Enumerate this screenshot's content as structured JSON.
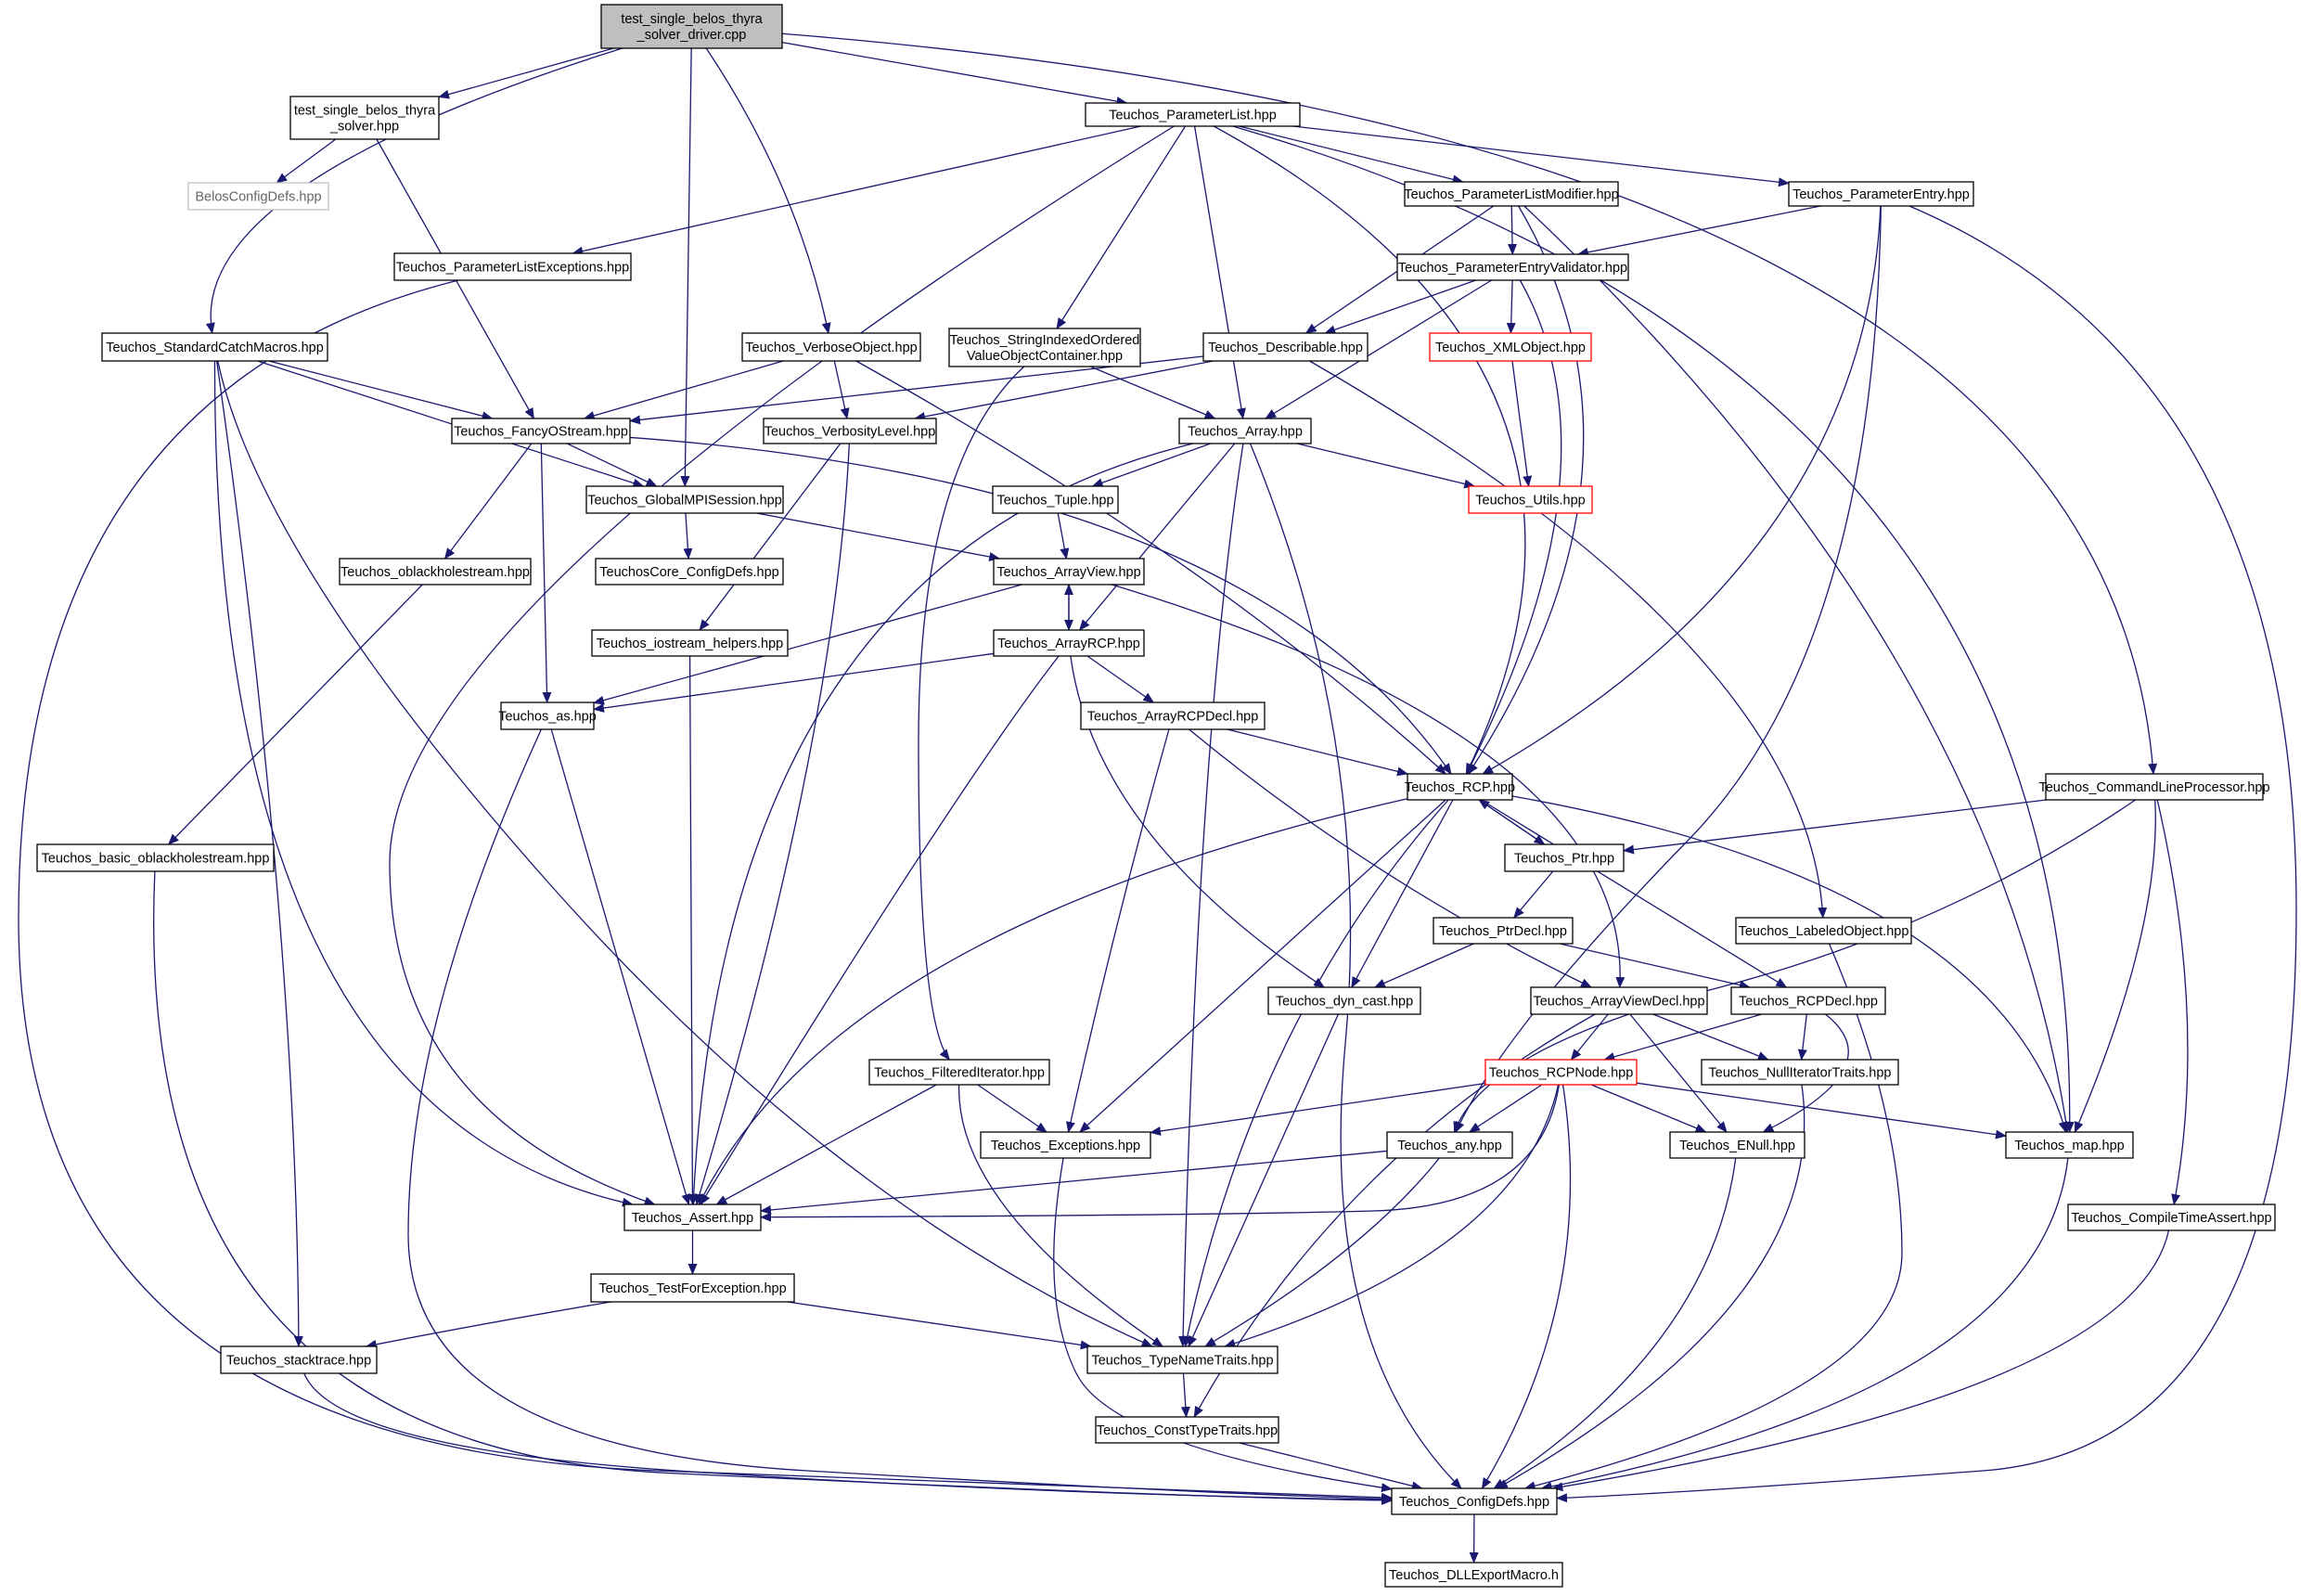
{
  "colors": {
    "edge": "#191970",
    "root_fill": "#bfbfbf",
    "node_border": "#000000",
    "external_border": "#bfbfbf",
    "external_text": "#666666",
    "incomplete_border": "#ff0000",
    "text": "#000000"
  },
  "nodes": {
    "root": {
      "lines": [
        "test_single_belos_thyra",
        "_solver_driver.cpp"
      ],
      "style": "root"
    },
    "tsbts": {
      "lines": [
        "test_single_belos_thyra",
        "_solver.hpp"
      ]
    },
    "belos": {
      "lines": [
        "BelosConfigDefs.hpp"
      ],
      "style": "external"
    },
    "plist": {
      "lines": [
        "Teuchos_ParameterList.hpp"
      ]
    },
    "plexc": {
      "lines": [
        "Teuchos_ParameterListExceptions.hpp"
      ]
    },
    "plmod": {
      "lines": [
        "Teuchos_ParameterListModifier.hpp"
      ]
    },
    "pentry": {
      "lines": [
        "Teuchos_ParameterEntry.hpp"
      ]
    },
    "pev": {
      "lines": [
        "Teuchos_ParameterEntryValidator.hpp"
      ]
    },
    "stdcatch": {
      "lines": [
        "Teuchos_StandardCatchMacros.hpp"
      ]
    },
    "verbose": {
      "lines": [
        "Teuchos_VerboseObject.hpp"
      ]
    },
    "strindexed": {
      "lines": [
        "Teuchos_StringIndexedOrdered",
        "ValueObjectContainer.hpp"
      ]
    },
    "describable": {
      "lines": [
        "Teuchos_Describable.hpp"
      ]
    },
    "xmlobj": {
      "lines": [
        "Teuchos_XMLObject.hpp"
      ],
      "style": "incomplete"
    },
    "fancy": {
      "lines": [
        "Teuchos_FancyOStream.hpp"
      ]
    },
    "verblevel": {
      "lines": [
        "Teuchos_VerbosityLevel.hpp"
      ]
    },
    "array": {
      "lines": [
        "Teuchos_Array.hpp"
      ]
    },
    "gmpi": {
      "lines": [
        "Teuchos_GlobalMPISession.hpp"
      ]
    },
    "tuple": {
      "lines": [
        "Teuchos_Tuple.hpp"
      ]
    },
    "utils": {
      "lines": [
        "Teuchos_Utils.hpp"
      ],
      "style": "incomplete"
    },
    "oblack": {
      "lines": [
        "Teuchos_oblackholestream.hpp"
      ]
    },
    "coreconf": {
      "lines": [
        "TeuchosCore_ConfigDefs.hpp"
      ]
    },
    "arrayview": {
      "lines": [
        "Teuchos_ArrayView.hpp"
      ]
    },
    "iohelp": {
      "lines": [
        "Teuchos_iostream_helpers.hpp"
      ]
    },
    "arrayrcp": {
      "lines": [
        "Teuchos_ArrayRCP.hpp"
      ]
    },
    "as": {
      "lines": [
        "Teuchos_as.hpp"
      ]
    },
    "arcpdecl": {
      "lines": [
        "Teuchos_ArrayRCPDecl.hpp"
      ]
    },
    "rcp": {
      "lines": [
        "Teuchos_RCP.hpp"
      ]
    },
    "clp": {
      "lines": [
        "Teuchos_CommandLineProcessor.hpp"
      ]
    },
    "basicob": {
      "lines": [
        "Teuchos_basic_oblackholestream.hpp"
      ]
    },
    "ptr": {
      "lines": [
        "Teuchos_Ptr.hpp"
      ]
    },
    "ptrdecl": {
      "lines": [
        "Teuchos_PtrDecl.hpp"
      ]
    },
    "labeled": {
      "lines": [
        "Teuchos_LabeledObject.hpp"
      ]
    },
    "dyncast": {
      "lines": [
        "Teuchos_dyn_cast.hpp"
      ]
    },
    "avdecl": {
      "lines": [
        "Teuchos_ArrayViewDecl.hpp"
      ]
    },
    "rcpdecl": {
      "lines": [
        "Teuchos_RCPDecl.hpp"
      ]
    },
    "filtered": {
      "lines": [
        "Teuchos_FilteredIterator.hpp"
      ]
    },
    "rcpnode": {
      "lines": [
        "Teuchos_RCPNode.hpp"
      ],
      "style": "incomplete"
    },
    "nulliter": {
      "lines": [
        "Teuchos_NullIteratorTraits.hpp"
      ]
    },
    "exceptions": {
      "lines": [
        "Teuchos_Exceptions.hpp"
      ]
    },
    "any": {
      "lines": [
        "Teuchos_any.hpp"
      ]
    },
    "enull": {
      "lines": [
        "Teuchos_ENull.hpp"
      ]
    },
    "map": {
      "lines": [
        "Teuchos_map.hpp"
      ]
    },
    "assert": {
      "lines": [
        "Teuchos_Assert.hpp"
      ]
    },
    "cta": {
      "lines": [
        "Teuchos_CompileTimeAssert.hpp"
      ]
    },
    "tfe": {
      "lines": [
        "Teuchos_TestForException.hpp"
      ]
    },
    "stacktrace": {
      "lines": [
        "Teuchos_stacktrace.hpp"
      ]
    },
    "typename": {
      "lines": [
        "Teuchos_TypeNameTraits.hpp"
      ]
    },
    "consttype": {
      "lines": [
        "Teuchos_ConstTypeTraits.hpp"
      ]
    },
    "configdefs": {
      "lines": [
        "Teuchos_ConfigDefs.hpp"
      ]
    },
    "dll": {
      "lines": [
        "Teuchos_DLLExportMacro.h"
      ]
    }
  },
  "edges": [
    [
      "root",
      "tsbts"
    ],
    [
      "root",
      "plist"
    ],
    [
      "root",
      "stdcatch"
    ],
    [
      "root",
      "gmpi"
    ],
    [
      "root",
      "verbose"
    ],
    [
      "root",
      "clp"
    ],
    [
      "tsbts",
      "belos"
    ],
    [
      "tsbts",
      "fancy"
    ],
    [
      "plist",
      "plexc"
    ],
    [
      "plist",
      "strindexed"
    ],
    [
      "plist",
      "array"
    ],
    [
      "plist",
      "plmod"
    ],
    [
      "plist",
      "pentry"
    ],
    [
      "plist",
      "rcp"
    ],
    [
      "plist",
      "map"
    ],
    [
      "plist",
      "assert"
    ],
    [
      "plexc",
      "configdefs"
    ],
    [
      "plmod",
      "pev"
    ],
    [
      "plmod",
      "describable"
    ],
    [
      "plmod",
      "rcp"
    ],
    [
      "plmod",
      "map"
    ],
    [
      "pentry",
      "pev"
    ],
    [
      "pentry",
      "rcp"
    ],
    [
      "pentry",
      "any"
    ],
    [
      "pentry",
      "configdefs"
    ],
    [
      "pev",
      "describable"
    ],
    [
      "pev",
      "xmlobj"
    ],
    [
      "pev",
      "array"
    ],
    [
      "pev",
      "rcp"
    ],
    [
      "stdcatch",
      "fancy"
    ],
    [
      "stdcatch",
      "gmpi"
    ],
    [
      "stdcatch",
      "assert"
    ],
    [
      "stdcatch",
      "stacktrace"
    ],
    [
      "stdcatch",
      "typename"
    ],
    [
      "verbose",
      "fancy"
    ],
    [
      "verbose",
      "verblevel"
    ],
    [
      "verbose",
      "rcp"
    ],
    [
      "strindexed",
      "array"
    ],
    [
      "strindexed",
      "filtered"
    ],
    [
      "describable",
      "fancy"
    ],
    [
      "describable",
      "verblevel"
    ],
    [
      "describable",
      "labeled"
    ],
    [
      "xmlobj",
      "utils"
    ],
    [
      "fancy",
      "gmpi"
    ],
    [
      "fancy",
      "oblack"
    ],
    [
      "fancy",
      "as"
    ],
    [
      "fancy",
      "rcp"
    ],
    [
      "verblevel",
      "iohelp"
    ],
    [
      "verblevel",
      "assert"
    ],
    [
      "array",
      "tuple"
    ],
    [
      "array",
      "utils"
    ],
    [
      "array",
      "arrayrcp"
    ],
    [
      "array",
      "assert"
    ],
    [
      "array",
      "typename"
    ],
    [
      "array",
      "configdefs"
    ],
    [
      "gmpi",
      "coreconf"
    ],
    [
      "gmpi",
      "arrayview"
    ],
    [
      "tuple",
      "arrayview"
    ],
    [
      "oblack",
      "basicob"
    ],
    [
      "arrayview",
      "arrayrcp"
    ],
    [
      "arrayview",
      "as"
    ],
    [
      "arrayview",
      "avdecl"
    ],
    [
      "arrayrcp",
      "arrayview"
    ],
    [
      "arrayrcp",
      "as"
    ],
    [
      "arrayrcp",
      "arcpdecl"
    ],
    [
      "arrayrcp",
      "dyncast"
    ],
    [
      "arrayrcp",
      "assert"
    ],
    [
      "iohelp",
      "assert"
    ],
    [
      "as",
      "assert"
    ],
    [
      "as",
      "configdefs"
    ],
    [
      "arcpdecl",
      "rcp"
    ],
    [
      "arcpdecl",
      "avdecl"
    ],
    [
      "arcpdecl",
      "exceptions"
    ],
    [
      "rcp",
      "ptr"
    ],
    [
      "rcp",
      "rcpdecl"
    ],
    [
      "rcp",
      "dyncast"
    ],
    [
      "rcp",
      "exceptions"
    ],
    [
      "rcp",
      "assert"
    ],
    [
      "rcp",
      "typename"
    ],
    [
      "rcp",
      "map"
    ],
    [
      "clp",
      "ptr"
    ],
    [
      "clp",
      "any"
    ],
    [
      "clp",
      "map"
    ],
    [
      "clp",
      "cta"
    ],
    [
      "basicob",
      "configdefs"
    ],
    [
      "ptr",
      "rcp"
    ],
    [
      "ptr",
      "ptrdecl"
    ],
    [
      "ptrdecl",
      "rcpdecl"
    ],
    [
      "ptrdecl",
      "dyncast"
    ],
    [
      "labeled",
      "configdefs"
    ],
    [
      "dyncast",
      "typename"
    ],
    [
      "avdecl",
      "rcpnode"
    ],
    [
      "avdecl",
      "nulliter"
    ],
    [
      "avdecl",
      "enull"
    ],
    [
      "avdecl",
      "consttype"
    ],
    [
      "rcpdecl",
      "rcpnode"
    ],
    [
      "rcpdecl",
      "nulliter"
    ],
    [
      "rcpdecl",
      "enull"
    ],
    [
      "filtered",
      "exceptions"
    ],
    [
      "filtered",
      "assert"
    ],
    [
      "filtered",
      "typename"
    ],
    [
      "rcpnode",
      "exceptions"
    ],
    [
      "rcpnode",
      "any"
    ],
    [
      "rcpnode",
      "enull"
    ],
    [
      "rcpnode",
      "map"
    ],
    [
      "rcpnode",
      "assert"
    ],
    [
      "rcpnode",
      "typename"
    ],
    [
      "rcpnode",
      "configdefs"
    ],
    [
      "nulliter",
      "configdefs"
    ],
    [
      "exceptions",
      "configdefs"
    ],
    [
      "any",
      "assert"
    ],
    [
      "any",
      "typename"
    ],
    [
      "enull",
      "configdefs"
    ],
    [
      "map",
      "configdefs"
    ],
    [
      "assert",
      "tfe"
    ],
    [
      "cta",
      "configdefs"
    ],
    [
      "tfe",
      "stacktrace"
    ],
    [
      "tfe",
      "typename"
    ],
    [
      "stacktrace",
      "configdefs"
    ],
    [
      "typename",
      "consttype"
    ],
    [
      "consttype",
      "configdefs"
    ],
    [
      "configdefs",
      "dll"
    ]
  ]
}
